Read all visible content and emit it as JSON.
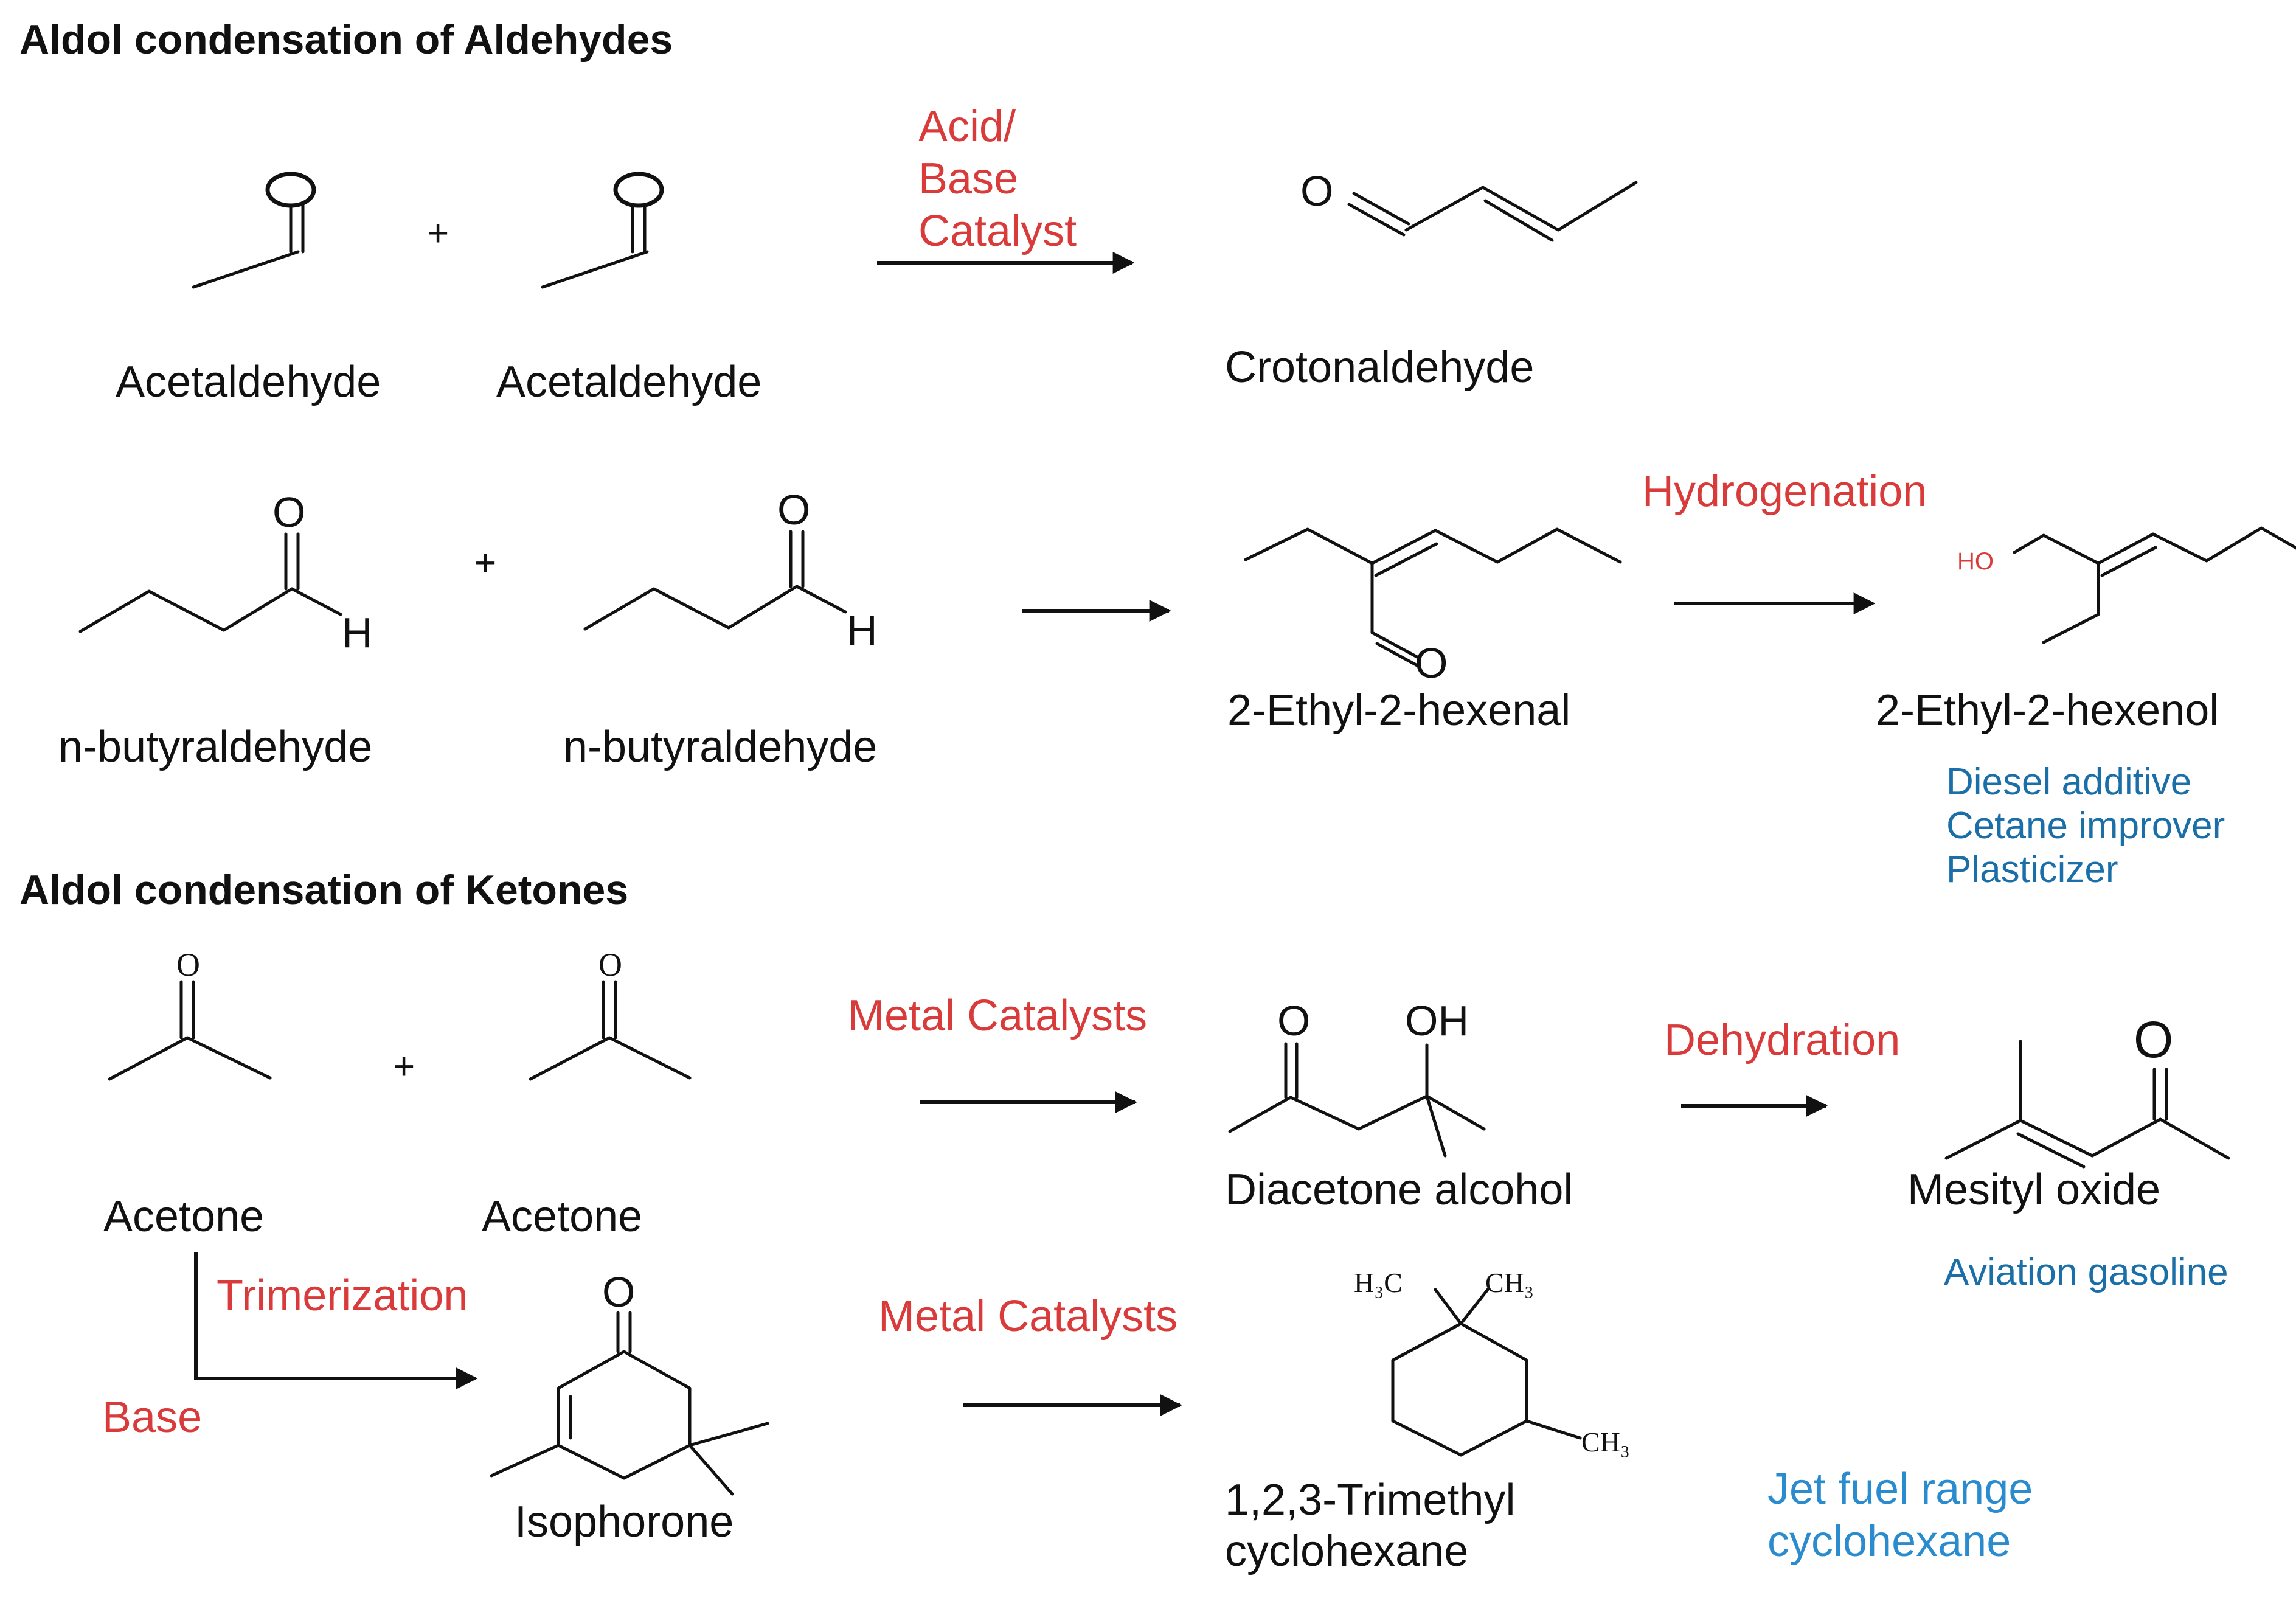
{
  "sections": {
    "aldehydes_title": "Aldol condensation of Aldehydes",
    "ketones_title": "Aldol condensation of Ketones"
  },
  "compounds": {
    "acetaldehyde": "Acetaldehyde",
    "crotonaldehyde": "Crotonaldehyde",
    "n_butyraldehyde": "n-butyraldehyde",
    "ethyl_hexenal": "2-Ethyl-2-hexenal",
    "ethyl_hexenol": "2-Ethyl-2-hexenol",
    "acetone": "Acetone",
    "diacetone_alcohol": "Diacetone alcohol",
    "mesityl_oxide": "Mesityl oxide",
    "isophorone": "Isophorone",
    "trimethyl_line1": "1,2,3-Trimethyl",
    "trimethyl_line2": "cyclohexane"
  },
  "conditions": {
    "acid_line1": "Acid/",
    "acid_line2": "Base",
    "acid_line3": "Catalyst",
    "hydrogenation": "Hydrogenation",
    "metal_catalysts": "Metal Catalysts",
    "dehydration": "Dehydration",
    "trimerization": "Trimerization",
    "base": "Base"
  },
  "applications": {
    "hexenol": [
      "Diesel additive",
      "Cetane improver",
      "Plasticizer"
    ],
    "mesityl": "Aviation gasoline",
    "jet_line1": "Jet fuel range",
    "jet_line2": "cyclohexane"
  },
  "atoms": {
    "O": "O",
    "H": "H",
    "OH": "OH",
    "HO": "HO",
    "plus": "+",
    "H3C": "H₃C",
    "CH3": "CH₃"
  },
  "colors": {
    "condition": "#d93b3b",
    "application": "#1a6fa8",
    "application_highlight": "#2a8ccf",
    "text": "#111111"
  }
}
